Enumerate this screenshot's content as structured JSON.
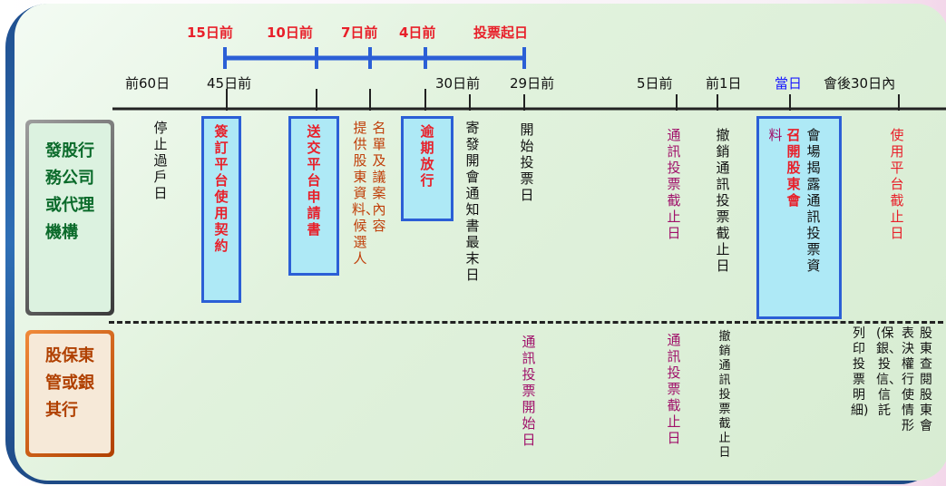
{
  "top_labels": [
    "15日前",
    "10日前",
    "7日前",
    "4日前",
    "投票起日"
  ],
  "axis_labels": [
    "前60日",
    "45日前",
    "30日前",
    "29日前",
    "5日前",
    "前1日",
    "當日",
    "會後30日內"
  ],
  "sections": {
    "agency": "發股行務公司或代理機構",
    "custodian": "股保東管或銀其行"
  },
  "agency_events": {
    "e1": "停止過戶日",
    "e2": "簽訂平台使用契約",
    "e3": "送交平台申請書",
    "e4a": "提供股東資料、候選人",
    "e4b": "名單及議案內容",
    "e5": "逾期放行",
    "e6a": "寄發開會通知書最末日",
    "e7": "開始投票日",
    "e8": "通訊投票截止日",
    "e9": "撤銷通訊投票截止日",
    "e10a": "料",
    "e10b": "召開股東會",
    "e10c": "會場揭露通訊投票資",
    "e11": "使用平台截止日"
  },
  "custodian_events": {
    "c1": "通訊投票開始日",
    "c2": "通訊投票截止日",
    "c3": "撤銷通訊投票截止日",
    "c4a": "股東查閱股東會",
    "c4b": "表決權行使情形",
    "c4c": "(保銀、投信、信託",
    "c4d": "列印投票明細)"
  }
}
